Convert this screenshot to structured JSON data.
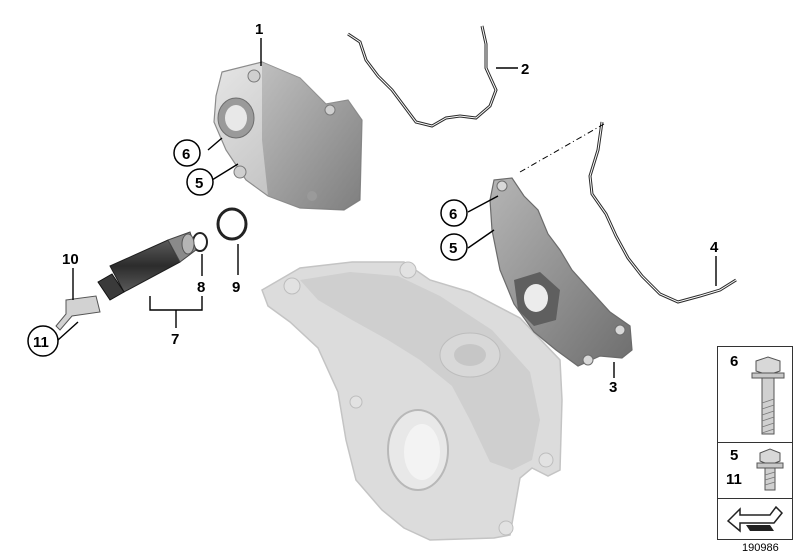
{
  "callouts": {
    "c1": "1",
    "c2": "2",
    "c3": "3",
    "c4": "4",
    "c5a": "5",
    "c5b": "5",
    "c6a": "6",
    "c6b": "6",
    "c7": "7",
    "c8": "8",
    "c9": "9",
    "c10": "10",
    "c11": "11"
  },
  "legend": {
    "row1_label": "6",
    "row2_label_top": "5",
    "row2_label_bottom": "11"
  },
  "diagram_id": "190986",
  "colors": {
    "part_dark": "#8a8a8a",
    "part_mid": "#b8b8b8",
    "part_light": "#d4d4d4",
    "gasket": "#2a2a2a",
    "background": "#ffffff"
  }
}
